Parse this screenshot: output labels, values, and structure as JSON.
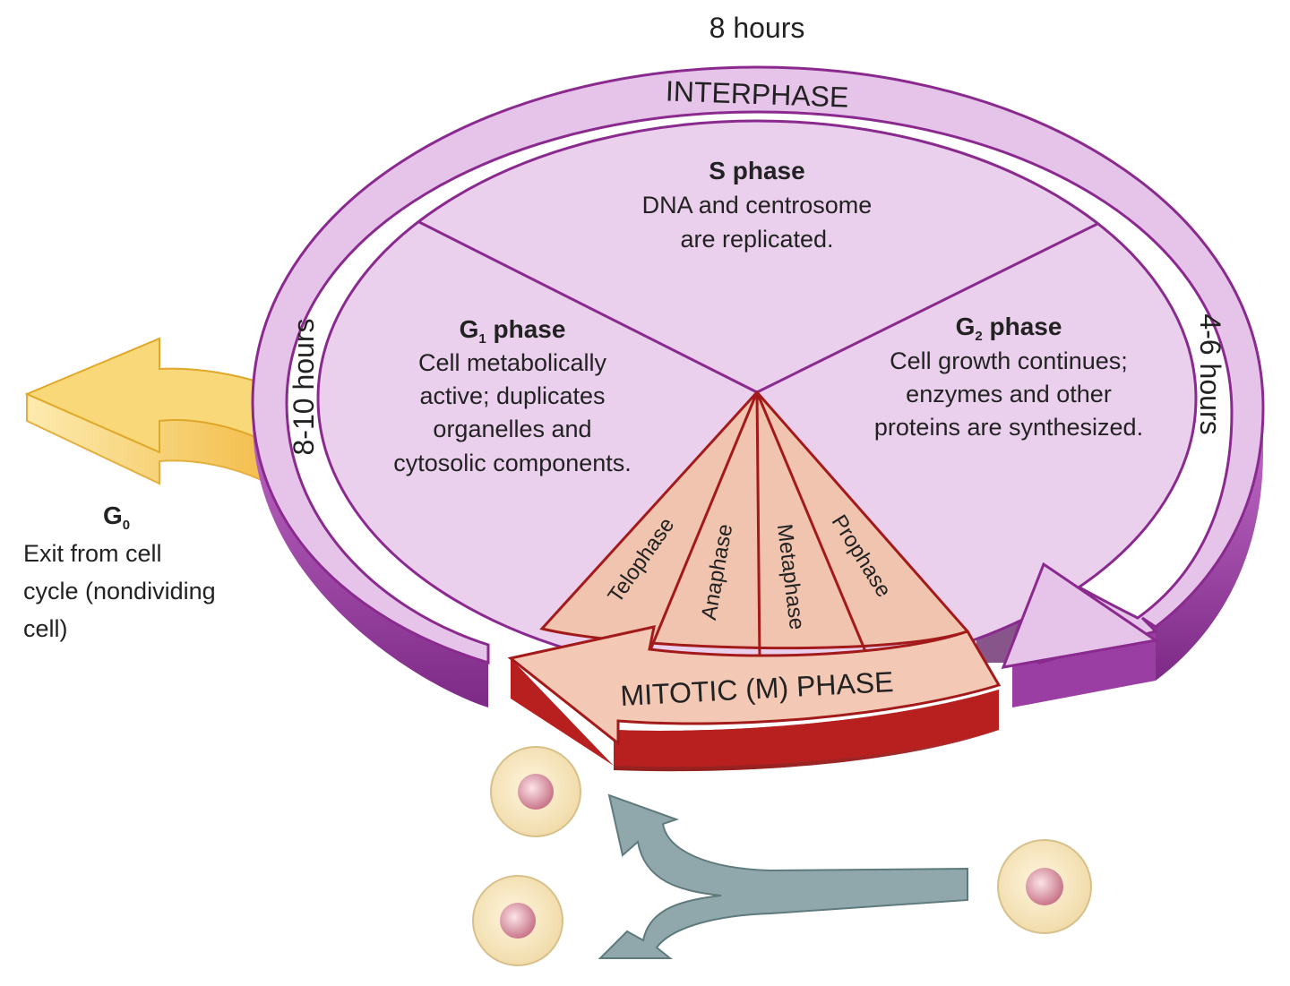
{
  "duration_top": "8 hours",
  "duration_left": "8-10 hours",
  "duration_right": "4-6 hours",
  "interphase_label": "INTERPHASE",
  "s_phase": {
    "title": "S phase",
    "lines": [
      "DNA and centrosome",
      "are replicated."
    ]
  },
  "g1_phase": {
    "title_main": "G",
    "title_sub": "1",
    "title_rest": " phase",
    "lines": [
      "Cell metabolically",
      "active; duplicates",
      "organelles and",
      "cytosolic components."
    ]
  },
  "g2_phase": {
    "title_main": "G",
    "title_sub": "2",
    "title_rest": " phase",
    "lines": [
      "Cell growth continues;",
      "enzymes and other",
      "proteins are synthesized."
    ]
  },
  "g0": {
    "title_main": "G",
    "title_sub": "0",
    "lines": [
      "Exit from cell",
      "cycle (nondividing",
      "cell)"
    ]
  },
  "mitosis_stages": [
    "Telophase",
    "Anaphase",
    "Metaphase",
    "Prophase"
  ],
  "mitotic_label": "MITOTIC (M) PHASE",
  "colors": {
    "interphase_fill": "#ead0ec",
    "interphase_edge": "#8a2a8f",
    "ring_side": "#a047a8",
    "mitosis_fill": "#f1c4b0",
    "mitosis_edge": "#a31a1a",
    "g0_arrow": "#f5c64a",
    "division_arrow": "#8fa5a8",
    "cell_fill": "#f6e8c4",
    "nucleus": "#d99aa6"
  }
}
